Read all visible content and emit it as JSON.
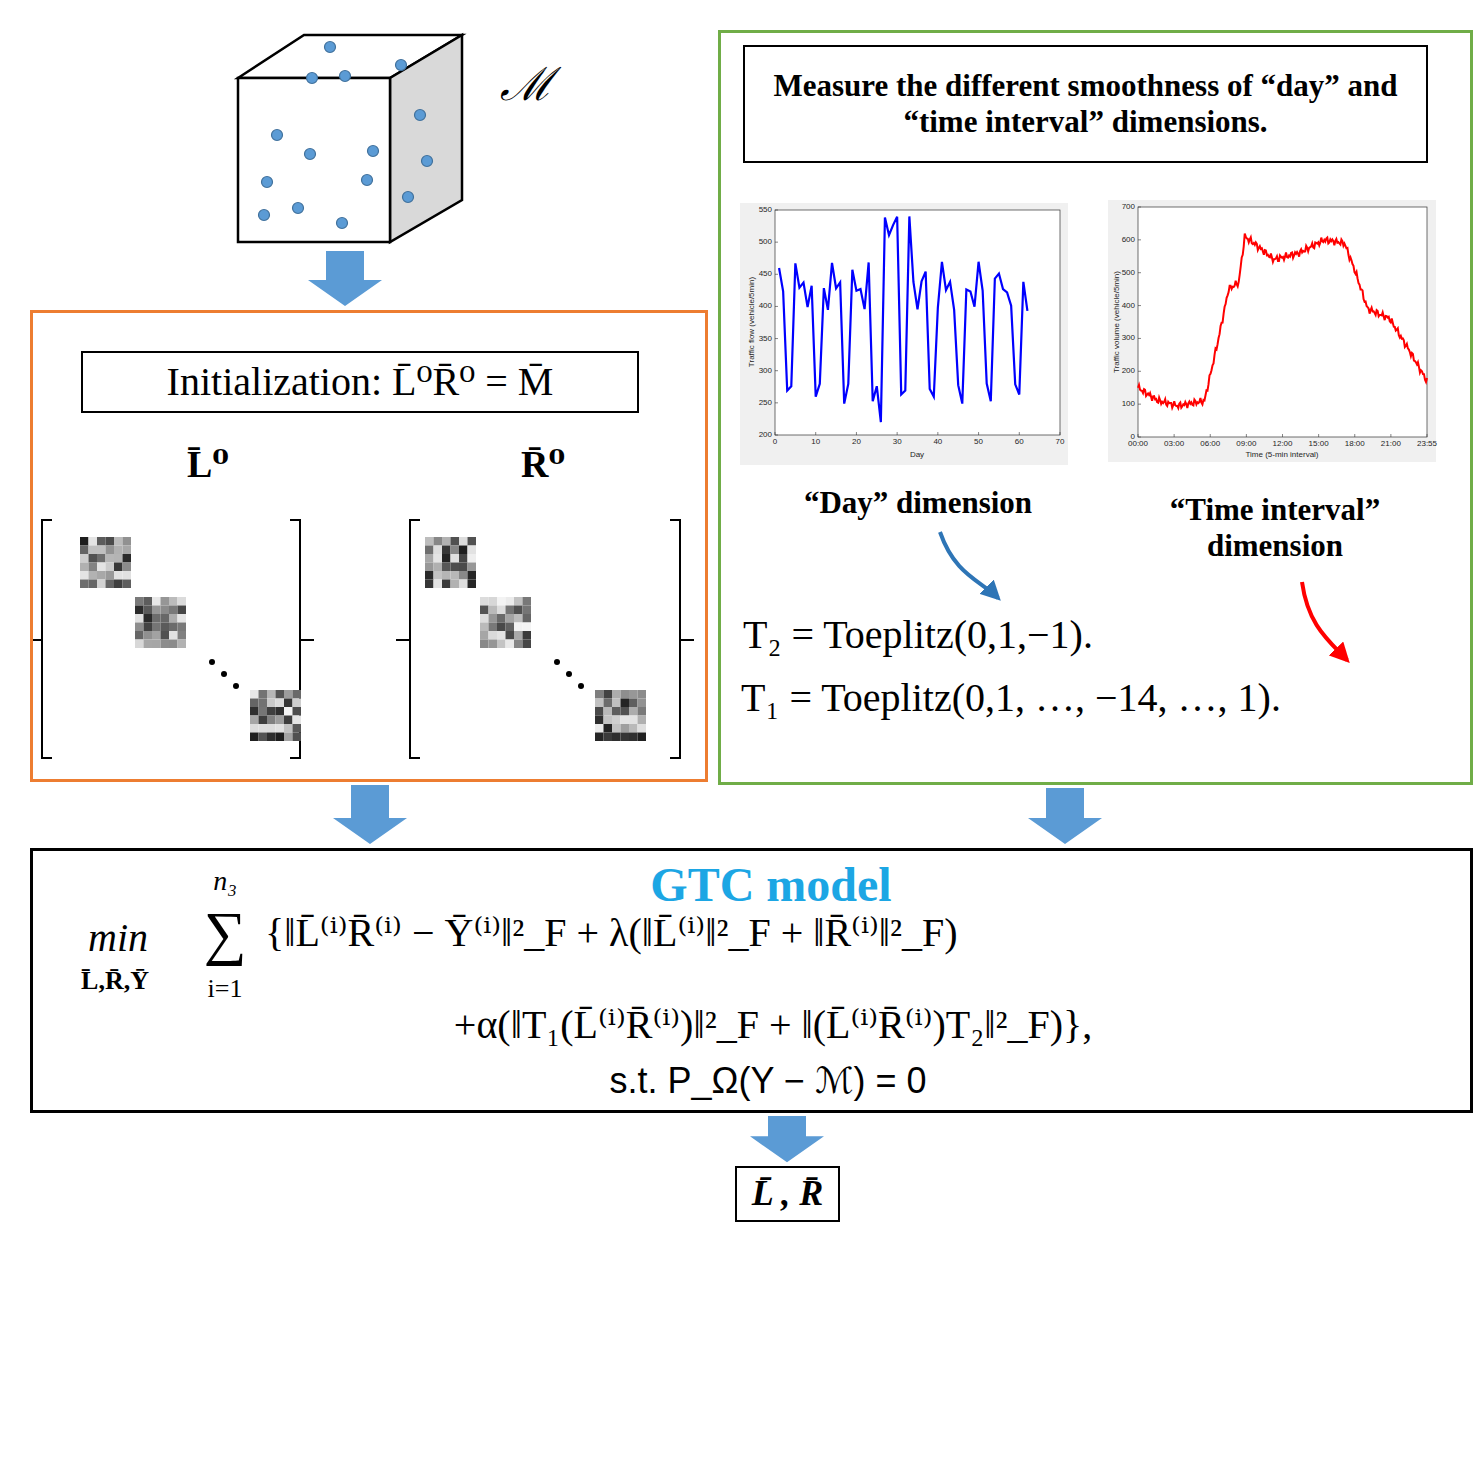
{
  "diagram": {
    "nodes": [
      {
        "text": [
          "ℳ"
        ]
      },
      {
        "text": [
          "“Day” dimension",
          "“Time interval” dimension",
          "T₂ = Toeplitz(0,1,−1).",
          "T₁ = Toeplitz(0,1, …, −14, …, 1)."
        ]
      },
      {
        "text": [
          "Measure the different smoothness of “day” and “time interval” dimensions."
        ],
        "in": 1
      },
      {
        "text": [
          "L̄⁰",
          "R̄⁰"
        ]
      },
      {
        "text": [
          "Initialization: L̄⁰R̄⁰ = M̄"
        ],
        "in": 3
      },
      {
        "text": [
          "GTC model",
          "min",
          "L̄,R̄,Ȳ",
          "n₃",
          "∑",
          "i=1",
          "{‖L̄⁽ⁱ⁾R̄⁽ⁱ⁾ − Ȳ⁽ⁱ⁾‖²_F + λ(‖L̄⁽ⁱ⁾‖²_F + ‖R̄⁽ⁱ⁾‖²_F)",
          "+α(‖T₁(L̄⁽ⁱ⁾R̄⁽ⁱ⁾)‖²_F + ‖(L̄⁽ⁱ⁾R̄⁽ⁱ⁾)T₂‖²_F)},",
          "s.t. P_Ω(Y − ℳ) = 0"
        ]
      },
      {
        "text": [
          "L̄ , R̄"
        ]
      }
    ],
    "edges": [
      {
        "from": 0,
        "to": 3,
        "arrow": "to"
      },
      {
        "from": 3,
        "to": 5,
        "arrow": "to"
      },
      {
        "from": 1,
        "to": 5,
        "arrow": "to"
      },
      {
        "from": 5,
        "to": 6,
        "arrow": "to"
      }
    ],
    "labels": [
      "550",
      "500",
      "450",
      "400",
      "350",
      "300",
      "250",
      "200",
      "0",
      "10",
      "20",
      "30",
      "40",
      "50",
      "60",
      "70",
      "Day",
      "Traffic flow (vehicle/5min)",
      "700",
      "600",
      "500",
      "400",
      "300",
      "200",
      "100",
      "0",
      "00:00",
      "03:00",
      "06:00",
      "09:00",
      "12:00",
      "15:00",
      "18:00",
      "21:00",
      "23:55",
      "Time (5-min interval)",
      "Traffic volume (vehicle/5min)"
    ]
  }
}
